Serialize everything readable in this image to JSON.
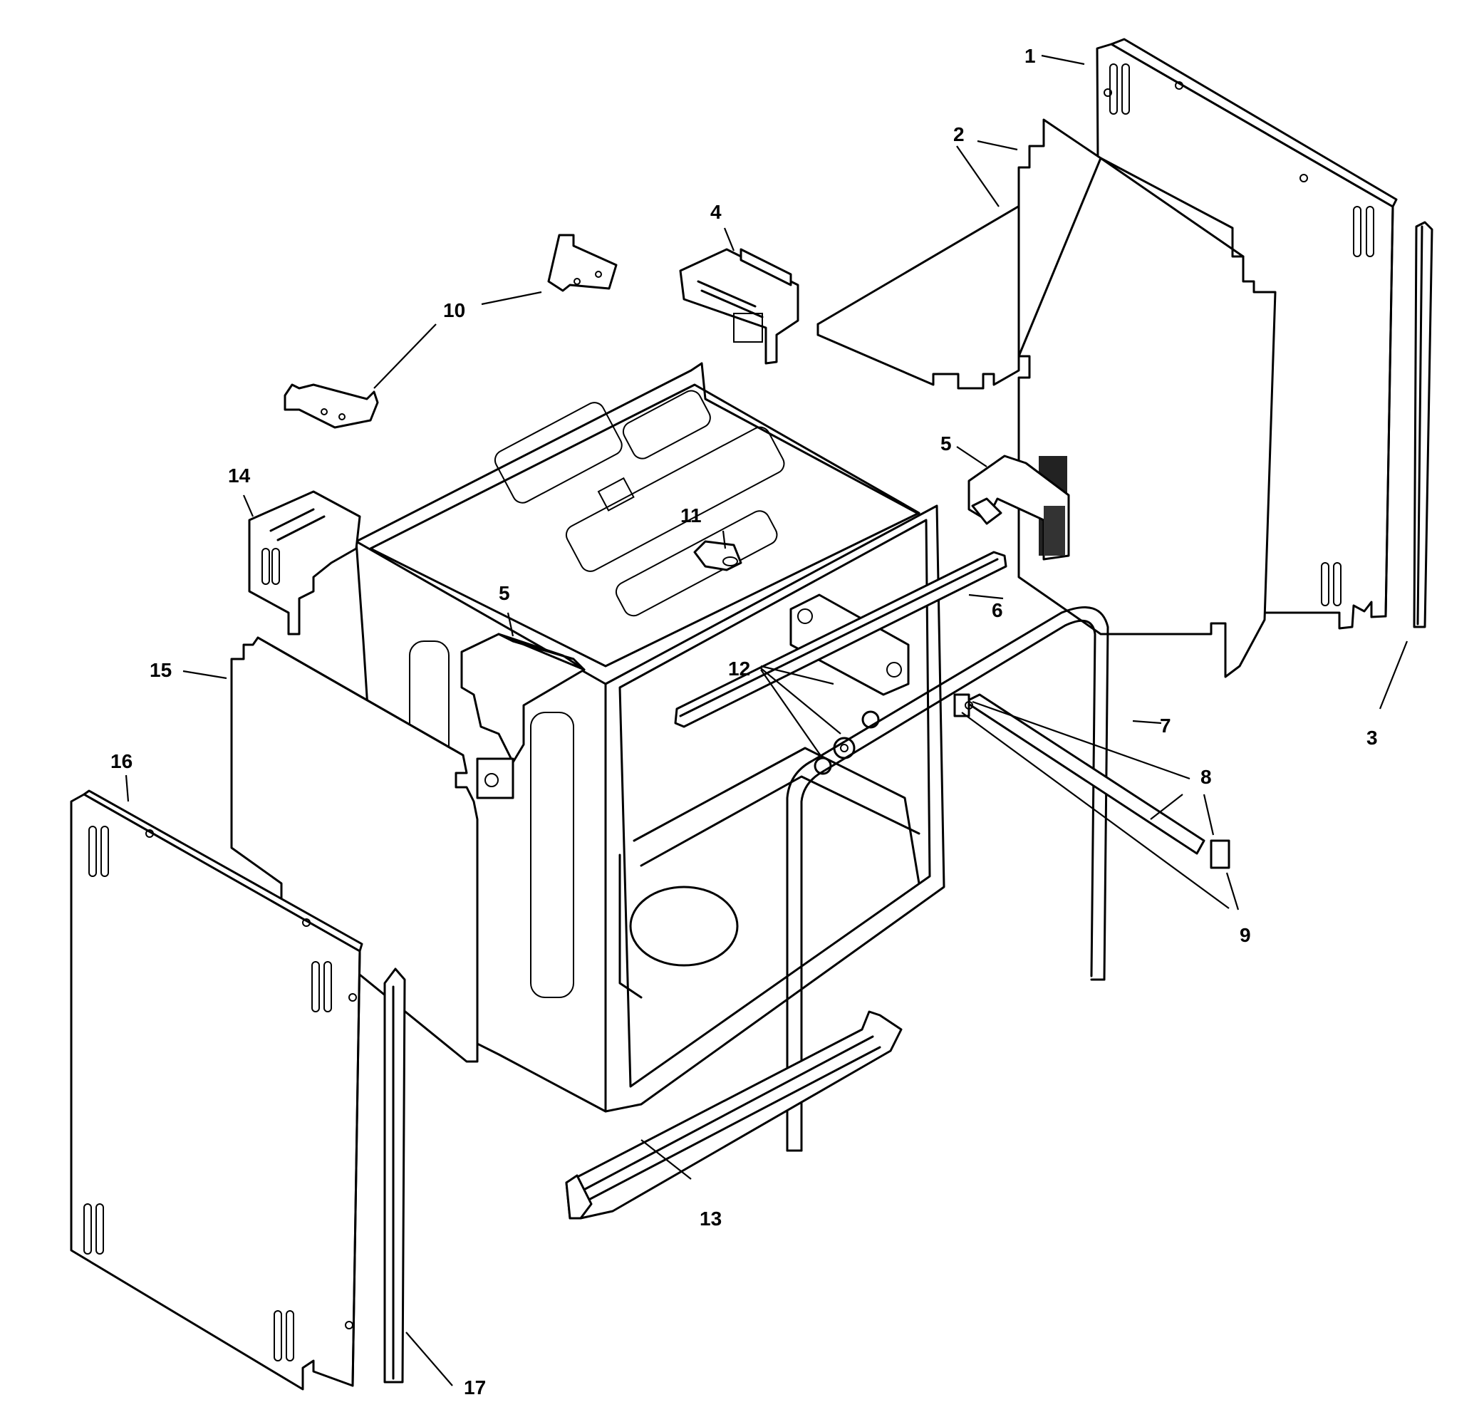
{
  "callouts": [
    {
      "label": "1"
    },
    {
      "label": "2"
    },
    {
      "label": "3"
    },
    {
      "label": "4"
    },
    {
      "label": "5"
    },
    {
      "label": "5"
    },
    {
      "label": "6"
    },
    {
      "label": "7"
    },
    {
      "label": "8"
    },
    {
      "label": "9"
    },
    {
      "label": "10"
    },
    {
      "label": "11"
    },
    {
      "label": "12"
    },
    {
      "label": "13"
    },
    {
      "label": "14"
    },
    {
      "label": "15"
    },
    {
      "label": "16"
    },
    {
      "label": "17"
    }
  ]
}
